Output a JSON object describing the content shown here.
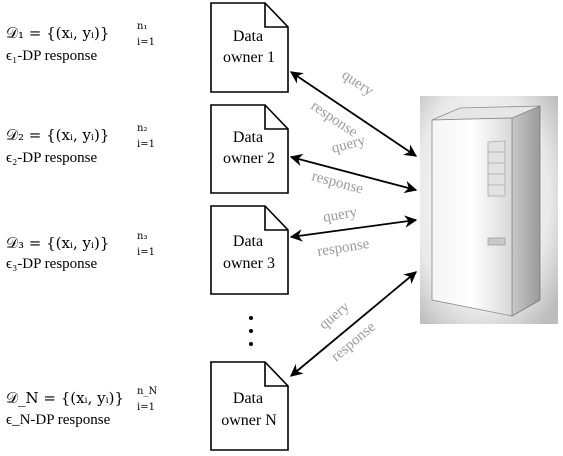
{
  "owners": [
    {
      "dataset_math": "𝒟₁ = {(xᵢ, yᵢ)}",
      "sup": "n₁",
      "sub": "i=1",
      "dp_response": "ϵ₁-DP response",
      "box_line1": "Data",
      "box_line2": "owner 1"
    },
    {
      "dataset_math": "𝒟₂ = {(xᵢ, yᵢ)}",
      "sup": "n₂",
      "sub": "i=1",
      "dp_response": "ϵ₂-DP response",
      "box_line1": "Data",
      "box_line2": "owner 2"
    },
    {
      "dataset_math": "𝒟₃ = {(xᵢ, yᵢ)}",
      "sup": "n₃",
      "sub": "i=1",
      "dp_response": "ϵ₃-DP response",
      "box_line1": "Data",
      "box_line2": "owner 3"
    },
    {
      "dataset_math": "𝒟_N = {(xᵢ, yᵢ)}",
      "sup": "n_N",
      "sub": "i=1",
      "dp_response": "ϵ_N-DP response",
      "box_line1": "Data",
      "box_line2": "owner N"
    }
  ],
  "links": [
    {
      "query": "query",
      "response": "response"
    },
    {
      "query": "query",
      "response": "response"
    },
    {
      "query": "query",
      "response": "response"
    },
    {
      "query": "query",
      "response": "response"
    }
  ],
  "ellipsis": "⋮",
  "server_icon": "server-tower-icon",
  "colors": {
    "label_gray": "#9a9a9a",
    "stroke": "#000000"
  }
}
